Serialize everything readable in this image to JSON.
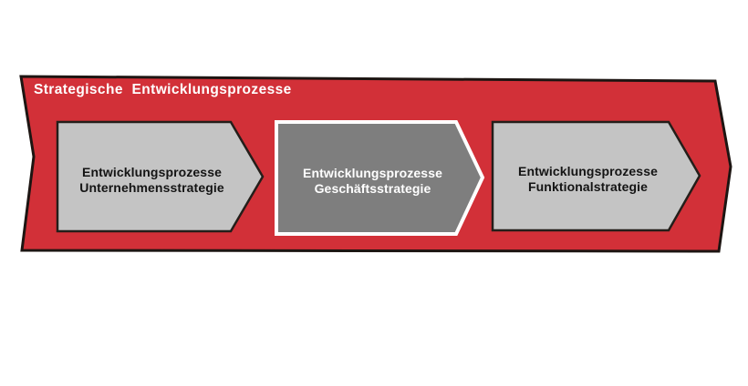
{
  "title": "Strategische Entwicklungsprozesse",
  "colors": {
    "banner_red": "#D23038",
    "banner_border": "#1D1512",
    "chevron_light_fill": "#C4C4C4",
    "chevron_dark_fill": "#7E7E7E",
    "chevron_border_dark": "#241E1A",
    "chevron_border_white": "#FFFFFF",
    "text_dark": "#141414",
    "text_light": "#FFFFFF",
    "background": "#FFFFFF"
  },
  "chevrons": [
    {
      "line1": "Entwicklungsprozesse",
      "line2": "Unternehmensstrategie",
      "state": "default"
    },
    {
      "line1": "Entwicklungsprozesse",
      "line2": "Geschäftsstrategie",
      "state": "highlighted"
    },
    {
      "line1": "Entwicklungsprozesse",
      "line2": "Funktionalstrategie",
      "state": "default"
    }
  ]
}
